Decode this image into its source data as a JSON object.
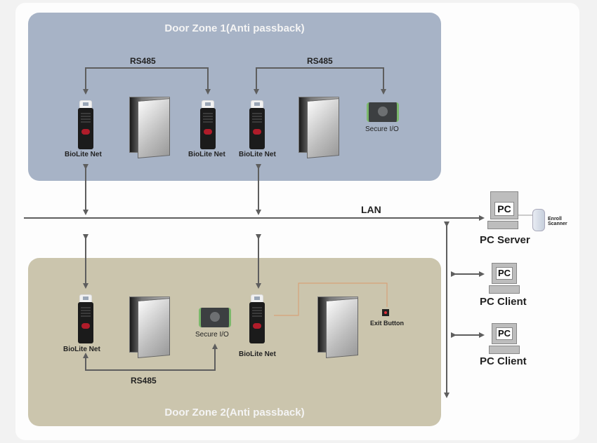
{
  "zones": [
    {
      "title": "Door Zone 1(Anti passback)",
      "color": "#a7b3c6"
    },
    {
      "title": "Door Zone 2(Anti passback)",
      "color": "#cbc5ad"
    }
  ],
  "labels": {
    "rs485": "RS485",
    "lan": "LAN",
    "biolite": "BioLite Net",
    "secure_io": "Secure I/O",
    "exit_button": "Exit Button",
    "pc_screen": "PC",
    "pc_server": "PC Server",
    "pc_client": "PC Client",
    "enroll_scanner_line1": "Enroll",
    "enroll_scanner_line2": "Scanner"
  },
  "colors": {
    "wire": "#5e5e5e",
    "exit_wire": "#d8a27a"
  }
}
